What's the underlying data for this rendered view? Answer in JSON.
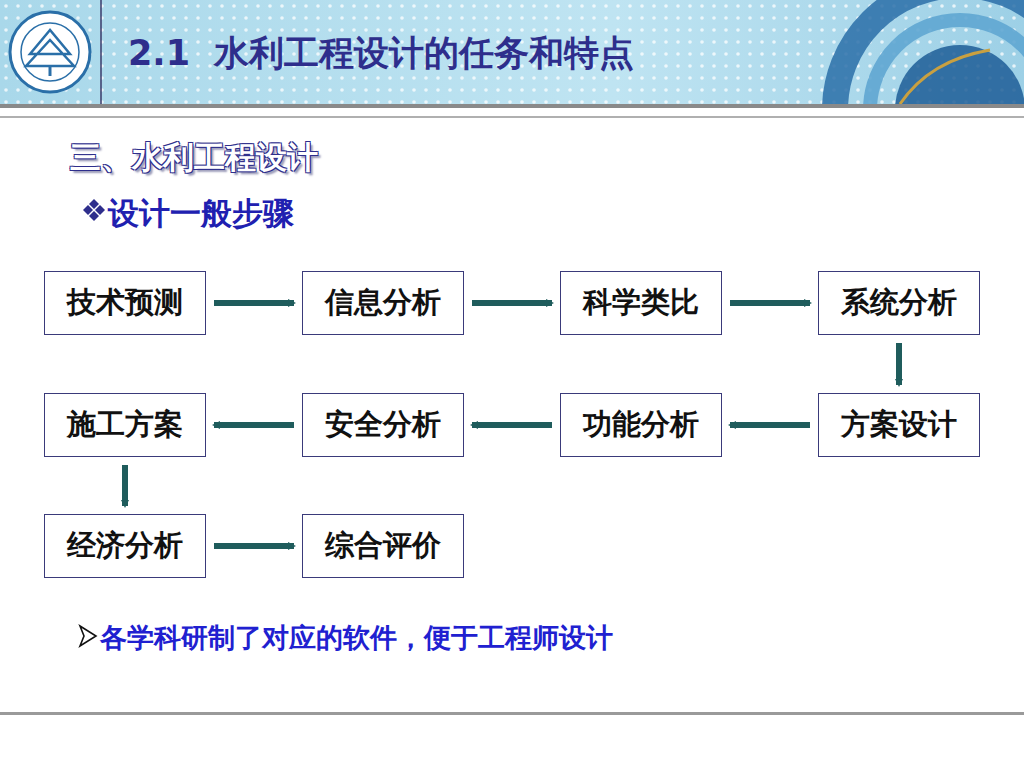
{
  "diagram": {
    "title": "2.1  水利工程设计的任务和特点",
    "nodes": [
      {
        "text": [
          "技术预测"
        ]
      },
      {
        "text": [
          "信息分析"
        ]
      },
      {
        "text": [
          "科学类比"
        ]
      },
      {
        "text": [
          "系统分析"
        ]
      },
      {
        "text": [
          "施工方案"
        ]
      },
      {
        "text": [
          "安全分析"
        ]
      },
      {
        "text": [
          "功能分析"
        ]
      },
      {
        "text": [
          "方案设计"
        ]
      },
      {
        "text": [
          "经济分析"
        ]
      },
      {
        "text": [
          "综合评价"
        ]
      }
    ],
    "edges": [
      {
        "from": 0,
        "to": 1,
        "arrow": "to"
      },
      {
        "from": 1,
        "to": 2,
        "arrow": "to"
      },
      {
        "from": 2,
        "to": 3,
        "arrow": "to"
      },
      {
        "from": 3,
        "to": 7,
        "arrow": "to"
      },
      {
        "from": 7,
        "to": 6,
        "arrow": "to"
      },
      {
        "from": 6,
        "to": 5,
        "arrow": "to"
      },
      {
        "from": 5,
        "to": 4,
        "arrow": "to"
      },
      {
        "from": 4,
        "to": 8,
        "arrow": "to"
      },
      {
        "from": 8,
        "to": 9,
        "arrow": "to"
      }
    ],
    "labels": [
      "三、水利工程设计",
      "设计一般步骤",
      "各学科研制了对应的软件，便于工程师设计"
    ]
  }
}
